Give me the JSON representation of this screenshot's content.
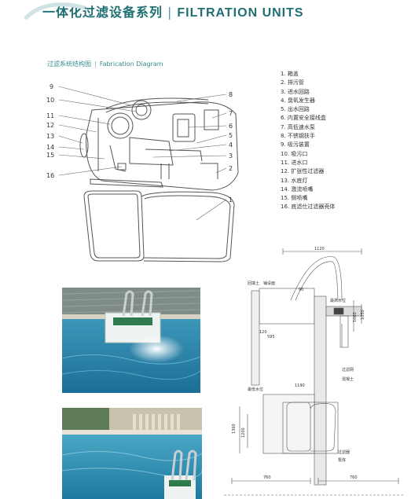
{
  "header": {
    "title_cn": "一体化过滤设备系列",
    "separator": "|",
    "title_en": "FILTRATION UNITS"
  },
  "section": {
    "label_cn": "过滤系统结构图",
    "separator": "|",
    "label_en": "Fabrication Diagram"
  },
  "callouts": [
    "9",
    "10",
    "11",
    "12",
    "13",
    "14",
    "15",
    "16",
    "8",
    "7",
    "6",
    "5",
    "4",
    "3",
    "2",
    "1"
  ],
  "legend": [
    "1. 箱盖",
    "2. 排污管",
    "3. 进水回路",
    "4. 臭氧发生器",
    "5. 出水回路",
    "6. 内置安全接线盒",
    "7. 高低速水泵",
    "8. 不锈钢扶手",
    "9. 吸污装置",
    "10. 吸污口",
    "11. 进水口",
    "12. 扩张性过滤器",
    "13. 水底灯",
    "14. 激流喷嘴",
    "15. 侧喷嘴",
    "16. 底滤仕过滤器壳体"
  ],
  "drawing": {
    "dims": [
      "1120",
      "760",
      "760",
      "1360",
      "1200",
      "1060",
      "1190",
      "1050",
      "120",
      "595",
      "90"
    ],
    "notes": [
      "回填土",
      "铺设面",
      "过滤网",
      "混凝土",
      "最低水位",
      "最高水位",
      "过滤器",
      "泵体"
    ]
  },
  "colors": {
    "accent": "#1f6f73",
    "line": "#555555",
    "water": "#2f86a8"
  }
}
